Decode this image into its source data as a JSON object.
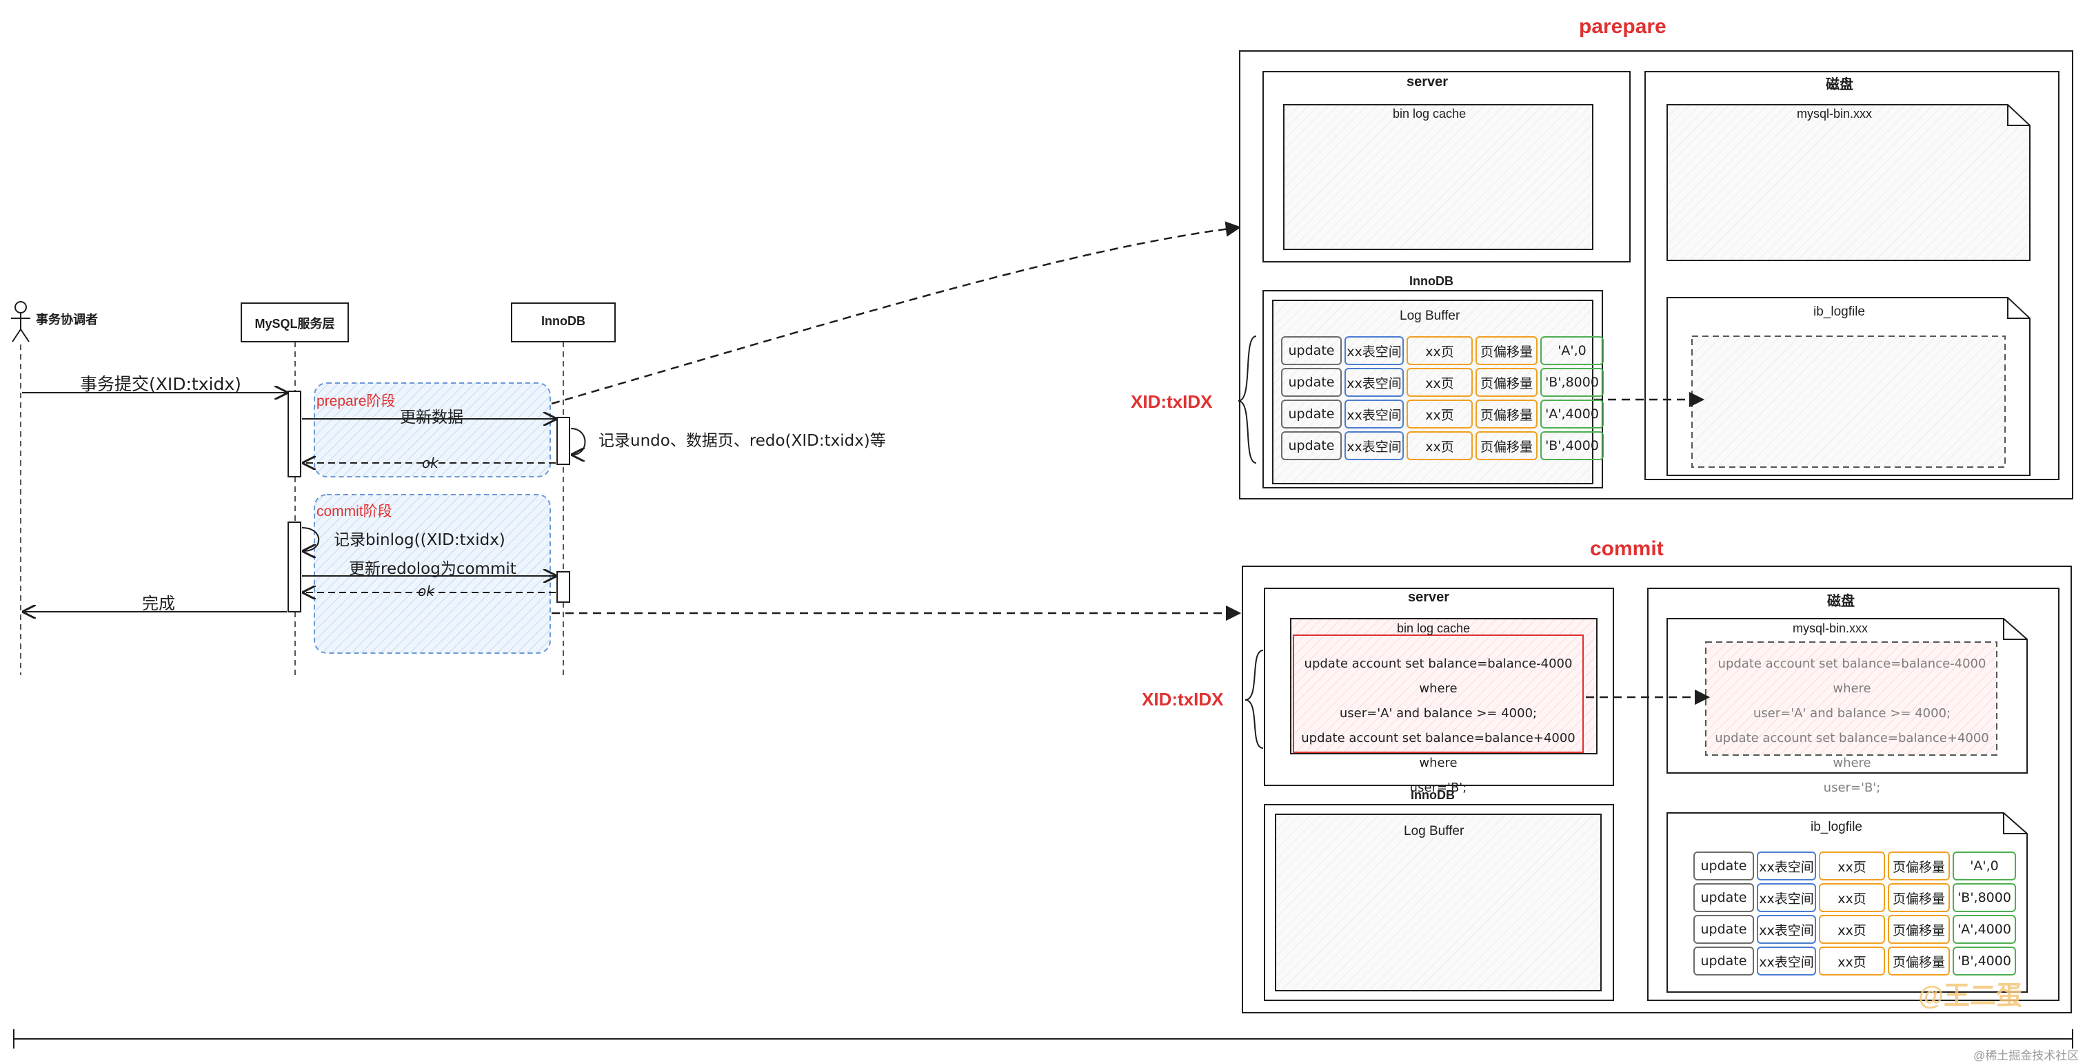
{
  "sequence": {
    "actors": {
      "coordinator": "事务协调者",
      "mysql": "MySQL服务层",
      "innodb": "InnoDB"
    },
    "msg_commit": "事务提交(XID:txidx)",
    "prepare_title": "prepare阶段",
    "update_data": "更新数据",
    "ok1": "ok",
    "record_undo": "记录undo、数据页、redo(XID:txidx)等",
    "commit_title": "commit阶段",
    "record_binlog": "记录binlog((XID:txidx)",
    "update_redolog": "更新redolog为commit",
    "ok2": "ok",
    "done": "完成"
  },
  "prepare_panel": {
    "title": "parepare",
    "server_label": "server",
    "disk_label": "磁盘",
    "binlog_cache": "bin log cache",
    "mysql_bin": "mysql-bin.xxx",
    "innodb_label": "InnoDB",
    "log_buffer": "Log Buffer",
    "ib_logfile": "ib_logfile",
    "xid": "XID:txIDX"
  },
  "commit_panel": {
    "title": "commit",
    "server_label": "server",
    "disk_label": "磁盘",
    "binlog_cache": "bin log cache",
    "mysql_bin": "mysql-bin.xxx",
    "innodb_label": "InnoDB",
    "log_buffer": "Log Buffer",
    "ib_logfile": "ib_logfile",
    "xid": "XID:txIDX",
    "sql_lines": [
      "update account set balance=balance-4000 where",
      "user='A' and balance >= 4000;",
      "update account set balance=balance+4000 where",
      "user='B';"
    ]
  },
  "log_rows": [
    [
      "update",
      "xx表空间",
      "xx页",
      "页偏移量",
      "'A',0"
    ],
    [
      "update",
      "xx表空间",
      "xx页",
      "页偏移量",
      "'B',8000"
    ],
    [
      "update",
      "xx表空间",
      "xx页",
      "页偏移量",
      "'A',4000"
    ],
    [
      "update",
      "xx表空间",
      "xx页",
      "页偏移量",
      "'B',4000"
    ]
  ],
  "watermark": {
    "logo": "@王二蛋",
    "footer": "@稀土掘金技术社区"
  },
  "colors": {
    "accent_red": "#e03131",
    "blue": "#4a7dcf",
    "orange": "#f0a020",
    "green": "#4caf50",
    "phase_fill": "#e7f0fb"
  }
}
